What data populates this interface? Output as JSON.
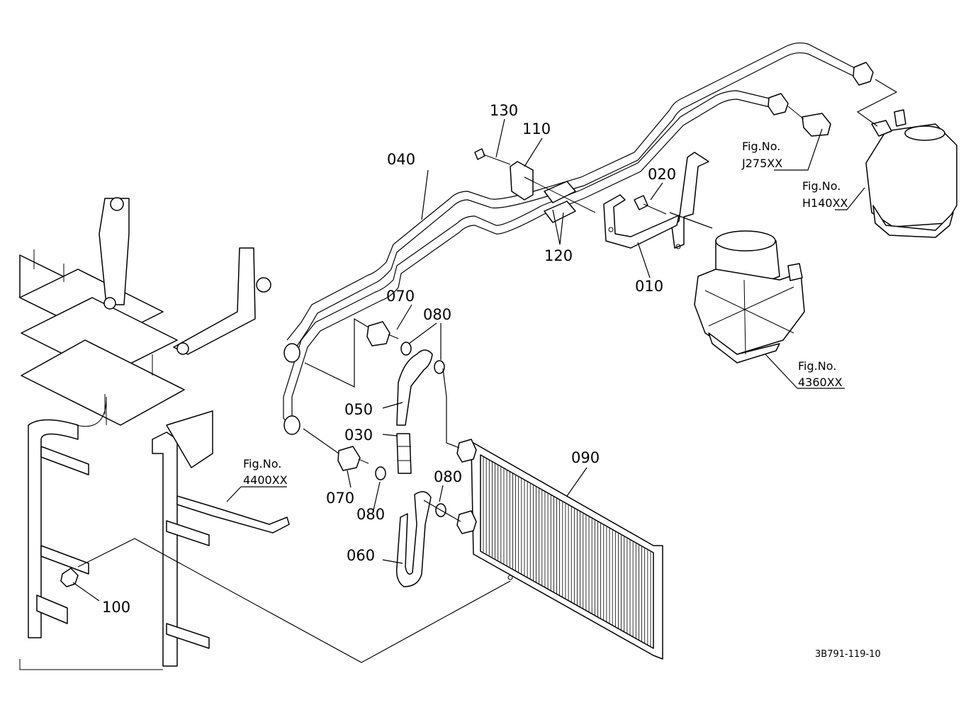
{
  "part_labels": {
    "p010": "010",
    "p020": "020",
    "p030": "030",
    "p040": "040",
    "p050": "050",
    "p060": "060",
    "p070_top": "070",
    "p070_bottom": "070",
    "p080_top": "080",
    "p080_bottom": "080",
    "p080_right": "080",
    "p090": "090",
    "p100": "100",
    "p110": "110",
    "p120": "120",
    "p130": "130"
  },
  "figure_references": {
    "j275": {
      "line1": "Fig.No.",
      "line2": "J275XX"
    },
    "h140": {
      "line1": "Fig.No.",
      "line2": "H140XX"
    },
    "r4360": {
      "line1": "Fig.No.",
      "line2": "4360XX"
    },
    "r4400": {
      "line1": "Fig.No.",
      "line2": "4400XX"
    }
  },
  "drawing_number": "3B791-119-10"
}
